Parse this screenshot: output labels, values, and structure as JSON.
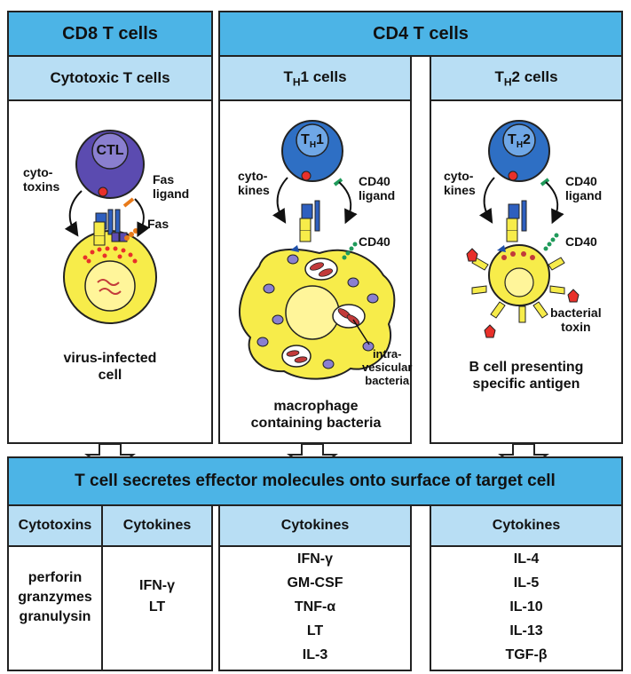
{
  "headers": {
    "cd8": "CD8 T cells",
    "cd4": "CD4 T cells"
  },
  "subheaders": {
    "cytotoxic": "Cytotoxic T cells",
    "th1_main": "T",
    "th1_sub": "H",
    "th1_rest": "1 cells",
    "th2_main": "T",
    "th2_sub": "H",
    "th2_rest": "2 cells"
  },
  "panel_ctl": {
    "cell_label": "CTL",
    "cytotoxins": "cyto-\ntoxins",
    "fas_ligand": "Fas\nligand",
    "fas": "Fas",
    "target": "virus-infected\ncell"
  },
  "panel_th1": {
    "cell_label_main": "T",
    "cell_label_sub": "H",
    "cell_label_num": "1",
    "cytokines": "cyto-\nkines",
    "cd40_ligand": "CD40\nligand",
    "cd40": "CD40",
    "bacteria": "intra-\nvesicular\nbacteria",
    "target": "macrophage\ncontaining bacteria"
  },
  "panel_th2": {
    "cell_label_main": "T",
    "cell_label_sub": "H",
    "cell_label_num": "2",
    "cytokines": "cyto-\nkines",
    "cd40_ligand": "CD40\nligand",
    "cd40": "CD40",
    "toxin": "bacterial\ntoxin",
    "target": "B cell presenting\nspecific antigen"
  },
  "banner": "T cell secretes effector molecules onto surface of target cell",
  "columns": {
    "cytotoxins": {
      "header": "Cytotoxins",
      "items": [
        "perforin",
        "granzymes",
        "granulysin"
      ]
    },
    "cytokines_cd8": {
      "header": "Cytokines",
      "items": [
        "IFN-γ",
        "LT"
      ]
    },
    "cytokines_th1": {
      "header": "Cytokines",
      "items": [
        "IFN-γ",
        "GM-CSF",
        "TNF-α",
        "LT",
        "IL-3"
      ]
    },
    "cytokines_th2": {
      "header": "Cytokines",
      "items": [
        "IL-4",
        "IL-5",
        "IL-10",
        "IL-13",
        "TGF-β"
      ]
    }
  },
  "colors": {
    "header_blue": "#4cb4e6",
    "subheader_blue": "#b8def4",
    "ctl_purple": "#5b4bb0",
    "th_blue": "#2e6fc4",
    "target_yellow": "#f7ec4a",
    "bacteria_red": "#c23a3a",
    "granule_purple": "#8a7fd0"
  }
}
